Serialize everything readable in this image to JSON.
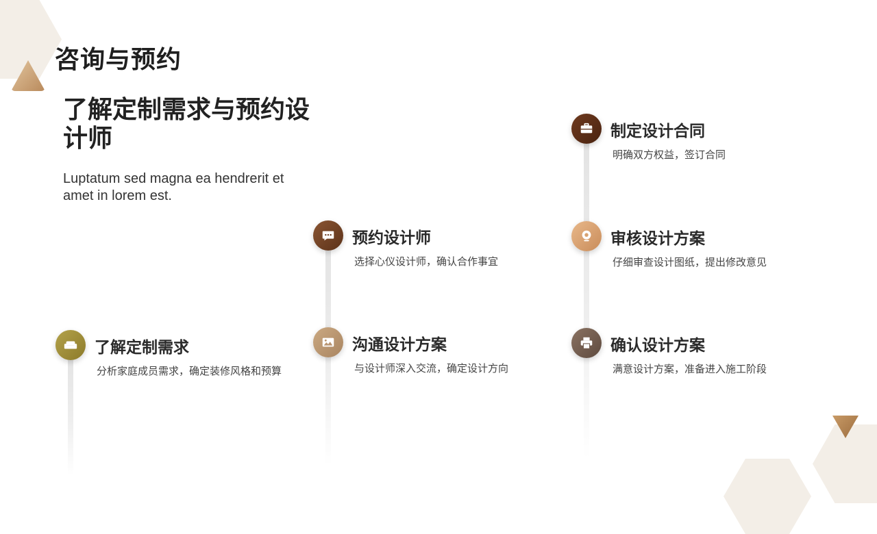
{
  "header": {
    "title": "咨询与预约"
  },
  "intro": {
    "headline": "了解定制需求与预约设计师",
    "description": "Luptatum sed magna ea hendrerit et amet in lorem est."
  },
  "steps": [
    {
      "title": "了解定制需求",
      "desc": "分析家庭成员需求，确定装修风格和预算",
      "icon": "sofa-icon",
      "color": "#a18f3a"
    },
    {
      "title": "预约设计师",
      "desc": "选择心仪设计师，确认合作事宜",
      "icon": "chat-bubble-icon",
      "color": "#734428"
    },
    {
      "title": "沟通设计方案",
      "desc": "与设计师深入交流，确定设计方向",
      "icon": "image-icon",
      "color": "#b99571"
    },
    {
      "title": "制定设计合同",
      "desc": "明确双方权益，签订合同",
      "icon": "briefcase-icon",
      "color": "#5c2e17"
    },
    {
      "title": "审核设计方案",
      "desc": "仔细审查设计图纸，提出修改意见",
      "icon": "webcam-icon",
      "color": "#d8a271"
    },
    {
      "title": "确认设计方案",
      "desc": "满意设计方案，准备进入施工阶段",
      "icon": "printer-icon",
      "color": "#745e50"
    }
  ]
}
